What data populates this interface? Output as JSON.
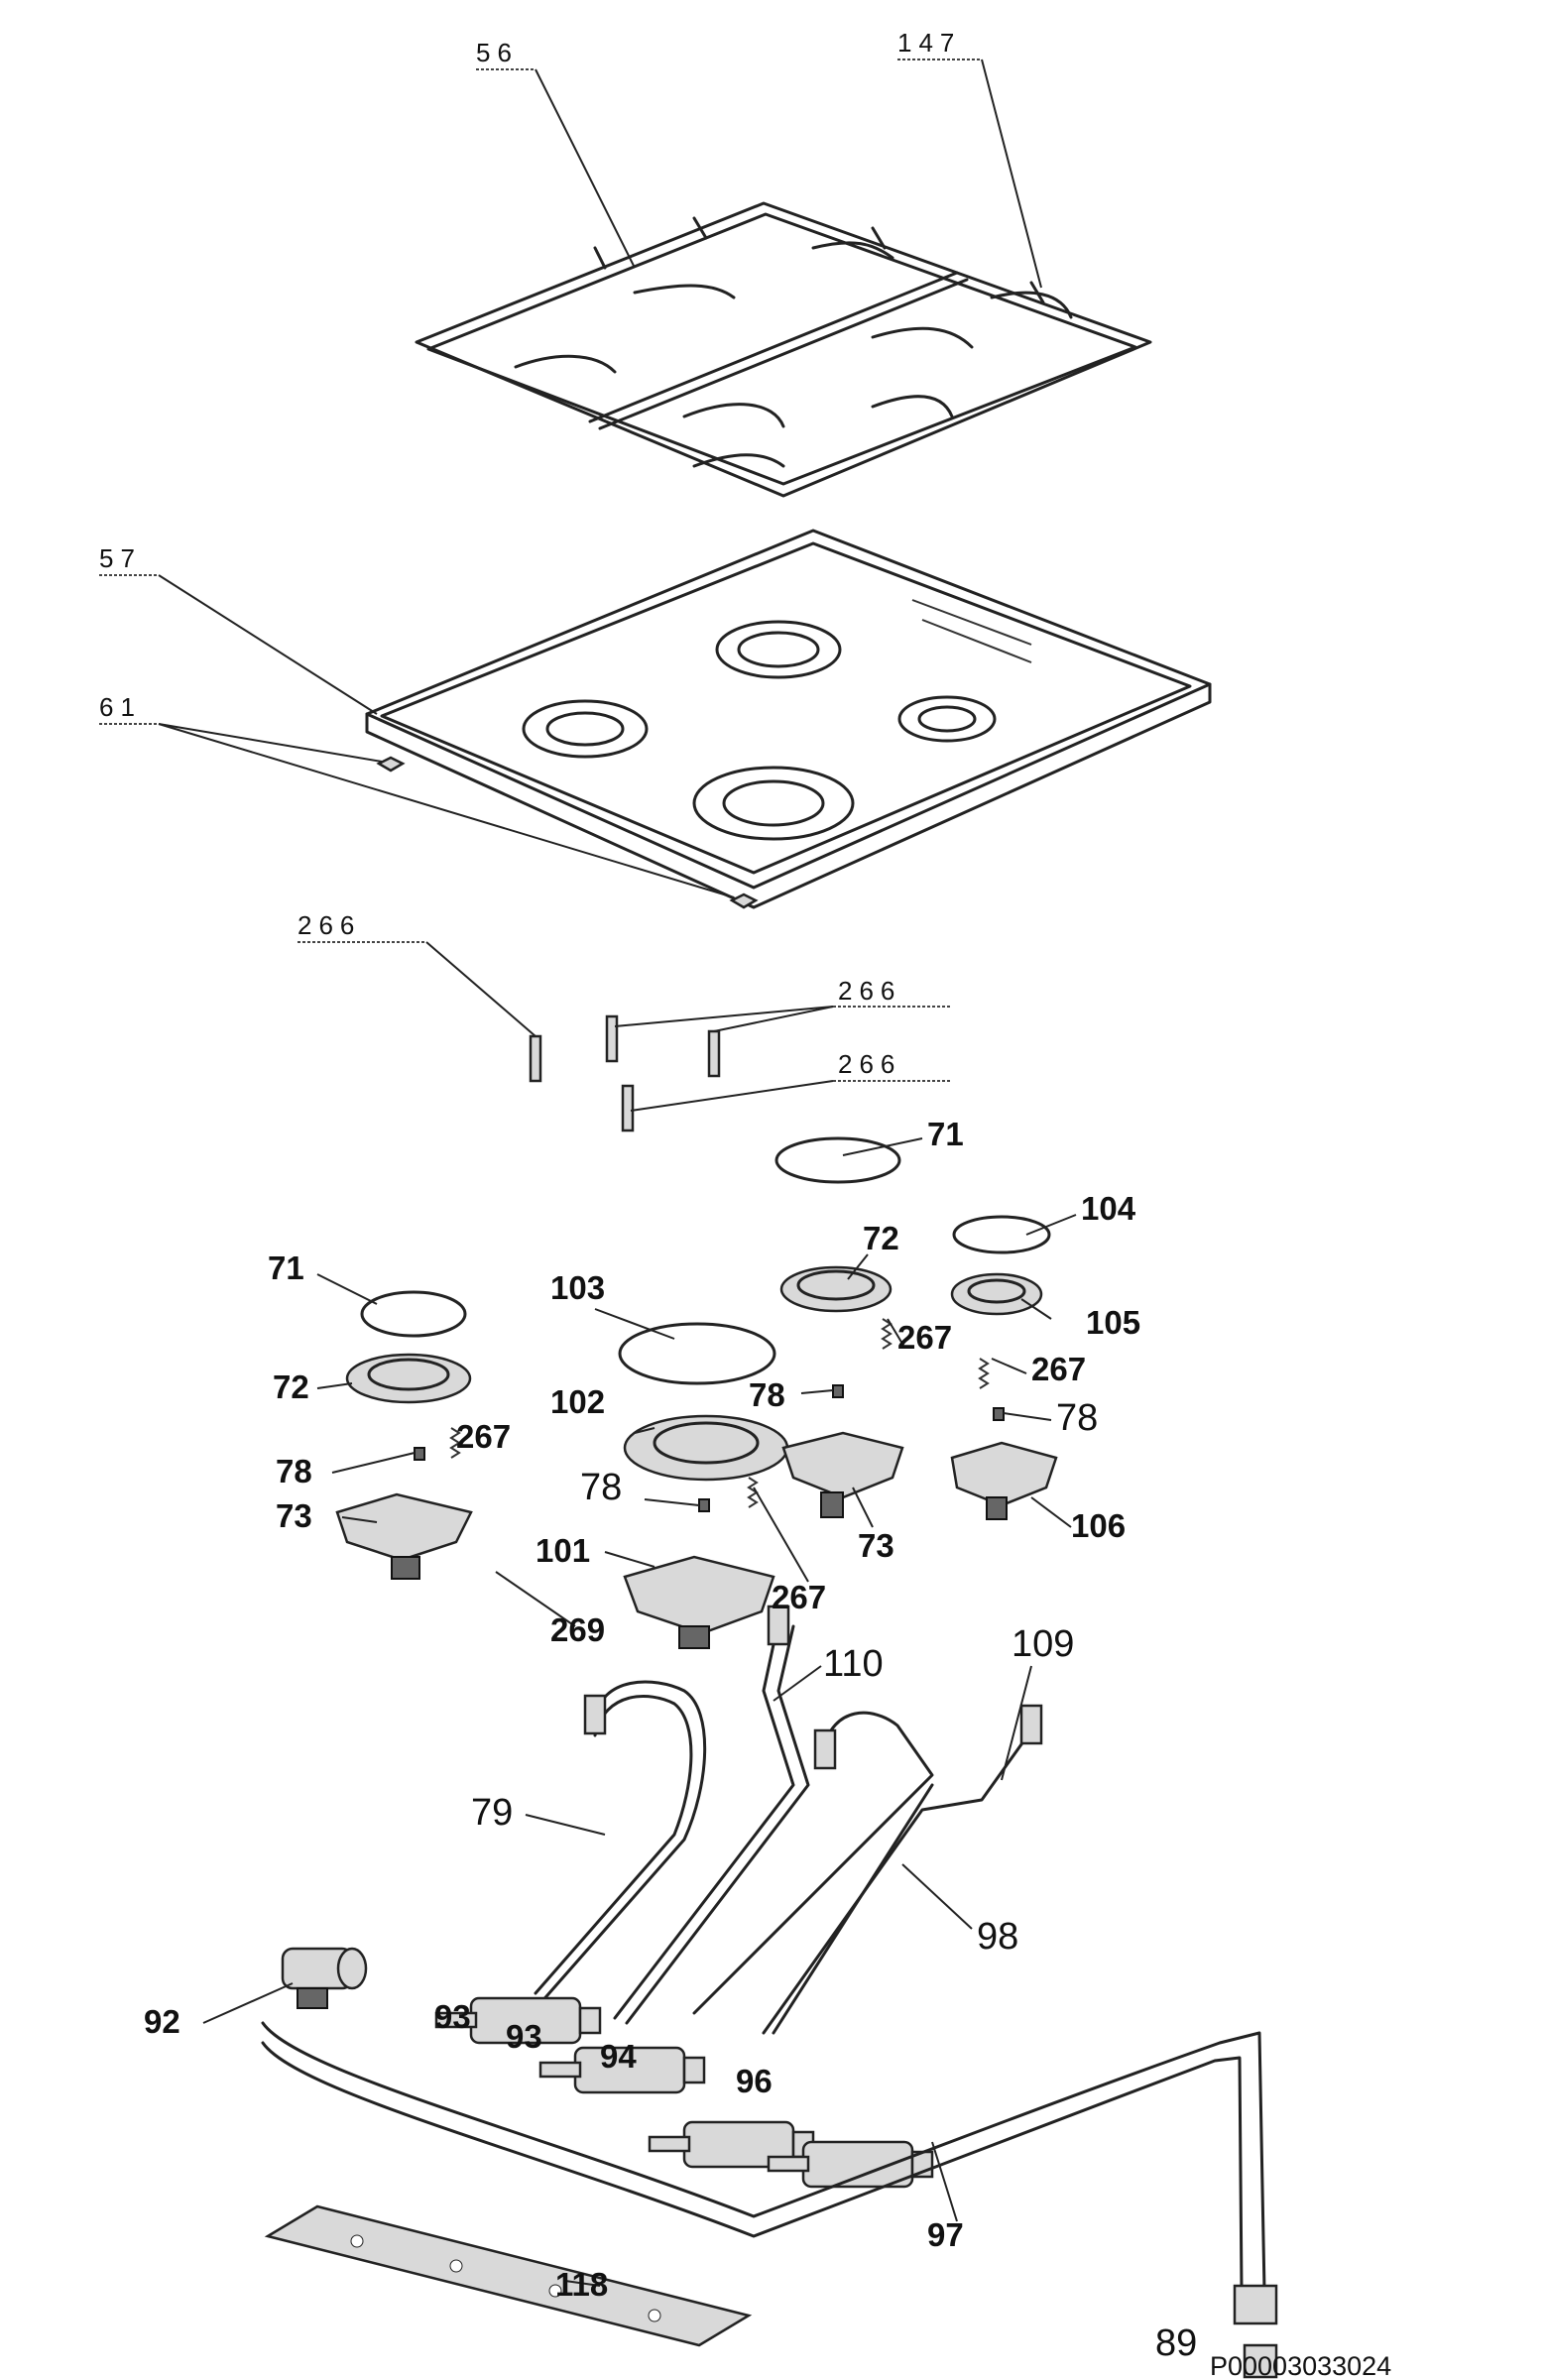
{
  "labels": {
    "l56": "56",
    "l147": "147",
    "l57": "57",
    "l61": "61",
    "l266a": "266",
    "l266b": "266",
    "l266c": "266",
    "l71a": "71",
    "l104": "104",
    "l72a": "72",
    "l105": "105",
    "l71b": "71",
    "l103": "103",
    "l267a": "267",
    "l267b": "267",
    "l72b": "72",
    "l78a": "78",
    "l102": "102",
    "l78b": "78",
    "l267c": "267",
    "l78c": "78",
    "l78d": "78",
    "l73a": "73",
    "l73b": "73",
    "l106": "106",
    "l101": "101",
    "l267d": "267",
    "l269": "269",
    "l110": "110",
    "l109": "109",
    "l79": "79",
    "l98": "98",
    "l92": "92",
    "l93a": "93",
    "l93b": "93",
    "l94": "94",
    "l96": "96",
    "l97": "97",
    "l118": "118",
    "l89": "89"
  },
  "figure_code": "P00003033024"
}
